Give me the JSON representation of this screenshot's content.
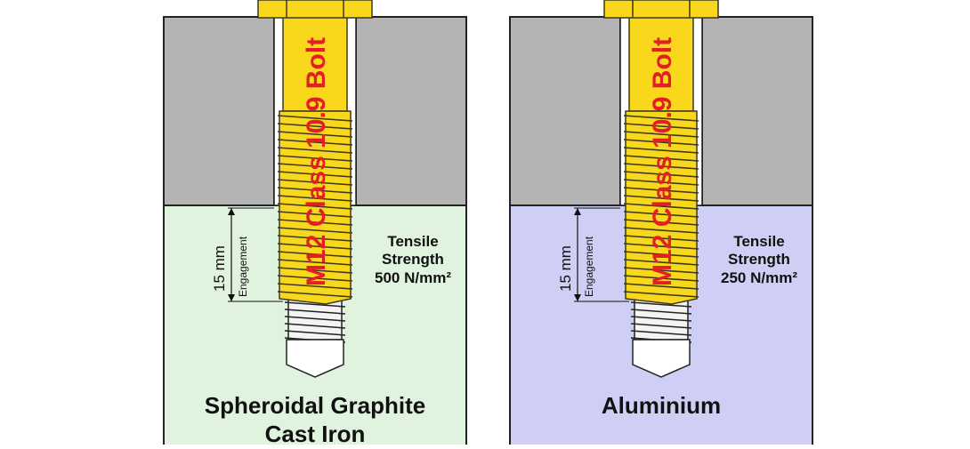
{
  "colors": {
    "bolt_yellow": "#f9d71c",
    "bolt_outline": "#3a3a1a",
    "bolt_text": "#e21e26",
    "steel_block": "#b4b4b4",
    "iron_fill": "#dff3df",
    "aluminium_fill": "#cfcff5",
    "tap_white": "#f4f4f4"
  },
  "panels": [
    {
      "bolt_label": "M12 Class 10.9 Bolt",
      "engagement_length": "15 mm",
      "engagement_word": "Engagement",
      "tensile_line1": "Tensile",
      "tensile_line2": "Strength",
      "tensile_value": "500 N/mm²",
      "material_line1": "Spheroidal Graphite",
      "material_line2": "Cast Iron"
    },
    {
      "bolt_label": "M12 Class 10.9 Bolt",
      "engagement_length": "15 mm",
      "engagement_word": "Engagement",
      "tensile_line1": "Tensile",
      "tensile_line2": "Strength",
      "tensile_value": "250 N/mm²",
      "material_line1": "Aluminium",
      "material_line2": ""
    }
  ]
}
